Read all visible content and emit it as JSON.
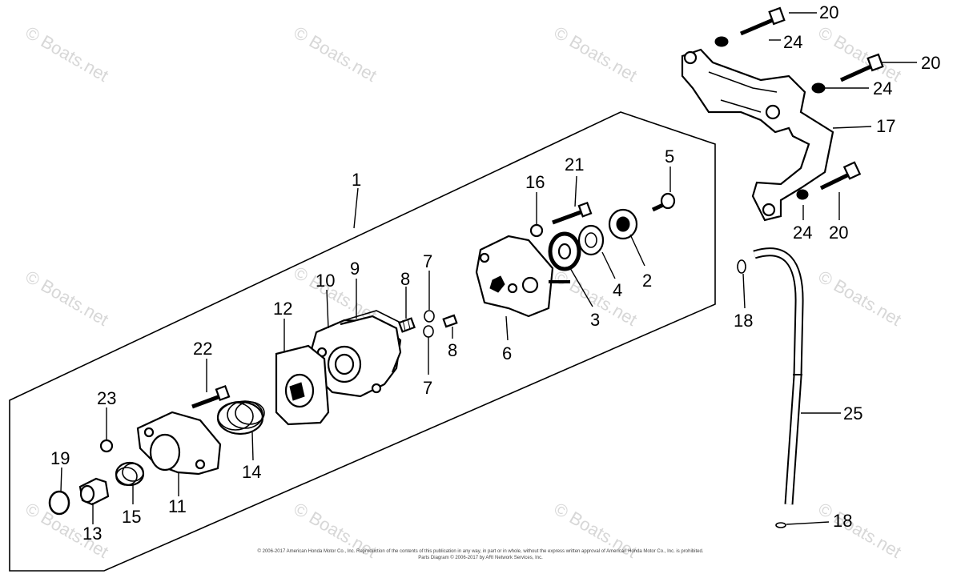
{
  "diagram": {
    "callouts": [
      "1",
      "2",
      "3",
      "4",
      "5",
      "6",
      "7",
      "7",
      "8",
      "8",
      "9",
      "10",
      "11",
      "12",
      "13",
      "14",
      "15",
      "16",
      "17",
      "18",
      "18",
      "19",
      "20",
      "20",
      "20",
      "21",
      "22",
      "23",
      "24",
      "24",
      "24",
      "25"
    ],
    "watermark": "© Boats.net",
    "copyright_line_1": "© 2006-2017 American Honda Motor Co., Inc. Reproduction of the contents of this publication in any way, in part or in whole, without the express written approval of American Honda Motor Co., Inc. is prohibited.",
    "copyright_line_2": "Parts Diagram © 2006-2017 by ARI Network Services, Inc."
  }
}
